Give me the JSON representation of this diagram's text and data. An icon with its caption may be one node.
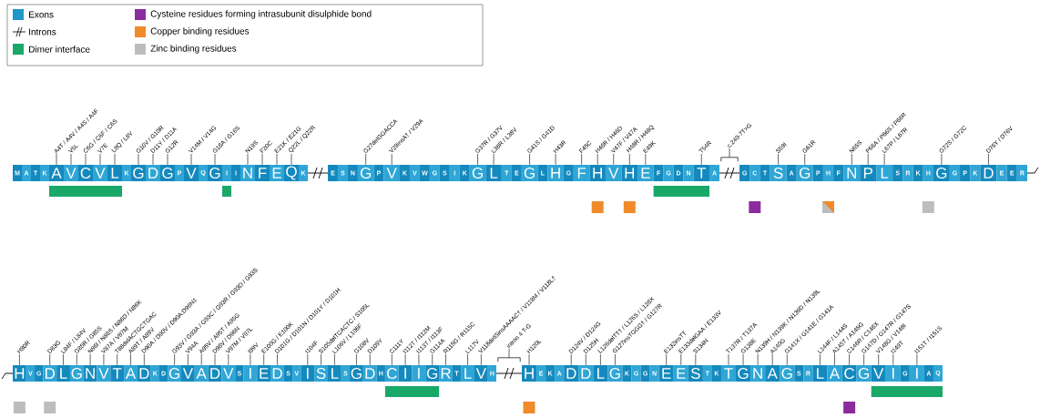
{
  "diagram": {
    "nodes": [
      {
        "text": [
          "A4T / A4V / A4S / A4F"
        ]
      },
      {
        "text": [
          "V5L"
        ]
      },
      {
        "text": [
          "C6G / C6F / C6S"
        ]
      },
      {
        "text": [
          "V7E"
        ]
      },
      {
        "text": [
          "L8Q / L8V"
        ]
      },
      {
        "text": [
          "G10V / G10R"
        ]
      },
      {
        "text": [
          "D11Y / D11A"
        ]
      },
      {
        "text": [
          "G12R"
        ]
      },
      {
        "text": [
          "V14M / V14G"
        ]
      },
      {
        "text": [
          "G16A / G16S"
        ]
      },
      {
        "text": [
          "N19S"
        ]
      },
      {
        "text": [
          "F20C"
        ]
      },
      {
        "text": [
          "E21K / E21G"
        ]
      },
      {
        "text": [
          "Q22L / Q22R"
        ]
      },
      {
        "text": [
          "G27delGGACCA"
        ]
      },
      {
        "text": [
          "V29insA† / V29A"
        ]
      },
      {
        "text": [
          "G37R / G37V"
        ]
      },
      {
        "text": [
          "L38R / L38V"
        ]
      },
      {
        "text": [
          "G41S / G41D"
        ]
      },
      {
        "text": [
          "H43R"
        ]
      },
      {
        "text": [
          "F45C"
        ]
      },
      {
        "text": [
          "H46R / H46D"
        ]
      },
      {
        "text": [
          "V47F / V47A"
        ]
      },
      {
        "text": [
          "H48R / H48Q"
        ]
      },
      {
        "text": [
          "E49K"
        ]
      },
      {
        "text": [
          "T54R"
        ]
      },
      {
        "text": [
          "c.240-7T>G"
        ]
      },
      {
        "text": [
          "S59I"
        ]
      },
      {
        "text": [
          "G61R"
        ]
      },
      {
        "text": [
          "N65S"
        ]
      },
      {
        "text": [
          "P66A / P66S / P66R"
        ]
      },
      {
        "text": [
          "L67P / L67R"
        ]
      },
      {
        "text": [
          "G72S / G72C"
        ]
      },
      {
        "text": [
          "D76Y / D76V"
        ]
      },
      {
        "text": [
          "H80R"
        ]
      },
      {
        "text": [
          "D83G"
        ]
      },
      {
        "text": [
          "L84F / L84V"
        ]
      },
      {
        "text": [
          "G85R / G85S"
        ]
      },
      {
        "text": [
          "N86I / N86S / N86D / N86K"
        ]
      },
      {
        "text": [
          "V87A / V87M"
        ]
      },
      {
        "text": [
          "T88delACTGCTGAC"
        ]
      },
      {
        "text": [
          "A89T / A89V"
        ]
      },
      {
        "text": [
          "D90A / D90V / D90A:D96N‡"
        ]
      },
      {
        "text": [
          "G93V / G93A / G93C / G93R / G93D / G93S"
        ]
      },
      {
        "text": [
          "V94A"
        ]
      },
      {
        "text": [
          "A95V / A95T / A95G"
        ]
      },
      {
        "text": [
          "D96V / D96N"
        ]
      },
      {
        "text": [
          "V97M / V97L"
        ]
      },
      {
        "text": [
          "I99V"
        ]
      },
      {
        "text": [
          "E100G / E100K"
        ]
      },
      {
        "text": [
          "D101G / D101N / D101Y / D101H"
        ]
      },
      {
        "text": [
          "I104F"
        ]
      },
      {
        "text": [
          "S105delTCACTC / S105L"
        ]
      },
      {
        "text": [
          "L106V / L106F"
        ]
      },
      {
        "text": [
          "G108V"
        ]
      },
      {
        "text": [
          "D109Y"
        ]
      },
      {
        "text": [
          "C111Y"
        ]
      },
      {
        "text": [
          "I112T / I112M"
        ]
      },
      {
        "text": [
          "I113T / I113F"
        ]
      },
      {
        "text": [
          "G114A"
        ]
      },
      {
        "text": [
          "R115G / R115C"
        ]
      },
      {
        "text": [
          "L117V"
        ]
      },
      {
        "text": [
          "V118delGinsAAAAC† / V118M / V118L†"
        ]
      },
      {
        "text": [
          "intron 4 T-G"
        ]
      },
      {
        "text": [
          "H120L"
        ]
      },
      {
        "text": [
          "D124V / D124G"
        ]
      },
      {
        "text": [
          "D125H"
        ]
      },
      {
        "text": [
          "L126delTT† / L126S / L126X"
        ]
      },
      {
        "text": [
          "G127insTGGG† / G127R"
        ]
      },
      {
        "text": [
          "E132insTT"
        ]
      },
      {
        "text": [
          "E133delGAA / E133V"
        ]
      },
      {
        "text": [
          "S134N"
        ]
      },
      {
        "text": [
          "T137R / T137A"
        ]
      },
      {
        "text": [
          "G138E"
        ]
      },
      {
        "text": [
          "N139H / N139K / N139D / N139L"
        ]
      },
      {
        "text": [
          "A140G"
        ]
      },
      {
        "text": [
          "G141X / G141E / G141A"
        ]
      },
      {
        "text": [
          "L144F / L144S"
        ]
      },
      {
        "text": [
          "A145T / A145G"
        ]
      },
      {
        "text": [
          "C146R / C146X"
        ]
      },
      {
        "text": [
          "G147D / G147R / G147S"
        ]
      },
      {
        "text": [
          "V148G / V148I"
        ]
      },
      {
        "text": [
          "I149T"
        ]
      },
      {
        "text": [
          "I151T / I151S"
        ]
      },
      {
        "text": [
          "M"
        ]
      },
      {
        "text": [
          "A"
        ]
      },
      {
        "text": [
          "T"
        ]
      },
      {
        "text": [
          "K"
        ]
      },
      {
        "text": [
          "A"
        ]
      },
      {
        "text": [
          "V"
        ]
      },
      {
        "text": [
          "C"
        ]
      },
      {
        "text": [
          "V"
        ]
      },
      {
        "text": [
          "L"
        ]
      },
      {
        "text": [
          "K"
        ]
      },
      {
        "text": [
          "G"
        ]
      },
      {
        "text": [
          "D"
        ]
      },
      {
        "text": [
          "G"
        ]
      },
      {
        "text": [
          "P"
        ]
      },
      {
        "text": [
          "V"
        ]
      },
      {
        "text": [
          "Q"
        ]
      },
      {
        "text": [
          "G"
        ]
      },
      {
        "text": [
          "I"
        ]
      },
      {
        "text": [
          "I"
        ]
      },
      {
        "text": [
          "N"
        ]
      },
      {
        "text": [
          "F"
        ]
      },
      {
        "text": [
          "E"
        ]
      },
      {
        "text": [
          "Q"
        ]
      },
      {
        "text": [
          "K"
        ]
      },
      {
        "text": [
          "E"
        ]
      },
      {
        "text": [
          "S"
        ]
      },
      {
        "text": [
          "N"
        ]
      },
      {
        "text": [
          "G"
        ]
      },
      {
        "text": [
          "P"
        ]
      },
      {
        "text": [
          "V"
        ]
      },
      {
        "text": [
          "K"
        ]
      },
      {
        "text": [
          "V"
        ]
      },
      {
        "text": [
          "W"
        ]
      },
      {
        "text": [
          "G"
        ]
      },
      {
        "text": [
          "S"
        ]
      },
      {
        "text": [
          "I"
        ]
      },
      {
        "text": [
          "K"
        ]
      },
      {
        "text": [
          "G"
        ]
      },
      {
        "text": [
          "L"
        ]
      },
      {
        "text": [
          "T"
        ]
      },
      {
        "text": [
          "E"
        ]
      },
      {
        "text": [
          "G"
        ]
      },
      {
        "text": [
          "L"
        ]
      },
      {
        "text": [
          "H"
        ]
      },
      {
        "text": [
          "G"
        ]
      },
      {
        "text": [
          "F"
        ]
      },
      {
        "text": [
          "H"
        ]
      },
      {
        "text": [
          "V"
        ]
      },
      {
        "text": [
          "H"
        ]
      },
      {
        "text": [
          "E"
        ]
      },
      {
        "text": [
          "F"
        ]
      },
      {
        "text": [
          "G"
        ]
      },
      {
        "text": [
          "D"
        ]
      },
      {
        "text": [
          "N"
        ]
      },
      {
        "text": [
          "T"
        ]
      },
      {
        "text": [
          "A"
        ]
      },
      {
        "text": [
          "G"
        ]
      },
      {
        "text": [
          "C"
        ]
      },
      {
        "text": [
          "T"
        ]
      },
      {
        "text": [
          "S"
        ]
      },
      {
        "text": [
          "A"
        ]
      },
      {
        "text": [
          "G"
        ]
      },
      {
        "text": [
          "P"
        ]
      },
      {
        "text": [
          "H"
        ]
      },
      {
        "text": [
          "F"
        ]
      },
      {
        "text": [
          "N"
        ]
      },
      {
        "text": [
          "P"
        ]
      },
      {
        "text": [
          "L"
        ]
      },
      {
        "text": [
          "S"
        ]
      },
      {
        "text": [
          "R"
        ]
      },
      {
        "text": [
          "K"
        ]
      },
      {
        "text": [
          "H"
        ]
      },
      {
        "text": [
          "G"
        ]
      },
      {
        "text": [
          "G"
        ]
      },
      {
        "text": [
          "P"
        ]
      },
      {
        "text": [
          "K"
        ]
      },
      {
        "text": [
          "D"
        ]
      },
      {
        "text": [
          "E"
        ]
      },
      {
        "text": [
          "E"
        ]
      },
      {
        "text": [
          "R"
        ]
      },
      {
        "text": [
          "H"
        ]
      },
      {
        "text": [
          "V"
        ]
      },
      {
        "text": [
          "G"
        ]
      },
      {
        "text": [
          "D"
        ]
      },
      {
        "text": [
          "L"
        ]
      },
      {
        "text": [
          "G"
        ]
      },
      {
        "text": [
          "N"
        ]
      },
      {
        "text": [
          "V"
        ]
      },
      {
        "text": [
          "T"
        ]
      },
      {
        "text": [
          "A"
        ]
      },
      {
        "text": [
          "D"
        ]
      },
      {
        "text": [
          "K"
        ]
      },
      {
        "text": [
          "D"
        ]
      },
      {
        "text": [
          "G"
        ]
      },
      {
        "text": [
          "V"
        ]
      },
      {
        "text": [
          "A"
        ]
      },
      {
        "text": [
          "D"
        ]
      },
      {
        "text": [
          "V"
        ]
      },
      {
        "text": [
          "S"
        ]
      },
      {
        "text": [
          "I"
        ]
      },
      {
        "text": [
          "E"
        ]
      },
      {
        "text": [
          "D"
        ]
      },
      {
        "text": [
          "S"
        ]
      },
      {
        "text": [
          "V"
        ]
      },
      {
        "text": [
          "I"
        ]
      },
      {
        "text": [
          "S"
        ]
      },
      {
        "text": [
          "L"
        ]
      },
      {
        "text": [
          "S"
        ]
      },
      {
        "text": [
          "G"
        ]
      },
      {
        "text": [
          "D"
        ]
      },
      {
        "text": [
          "H"
        ]
      },
      {
        "text": [
          "C"
        ]
      },
      {
        "text": [
          "I"
        ]
      },
      {
        "text": [
          "I"
        ]
      },
      {
        "text": [
          "G"
        ]
      },
      {
        "text": [
          "R"
        ]
      },
      {
        "text": [
          "T"
        ]
      },
      {
        "text": [
          "L"
        ]
      },
      {
        "text": [
          "V"
        ]
      },
      {
        "text": [
          "H"
        ]
      },
      {
        "text": [
          "H"
        ]
      },
      {
        "text": [
          "E"
        ]
      },
      {
        "text": [
          "K"
        ]
      },
      {
        "text": [
          "A"
        ]
      },
      {
        "text": [
          "D"
        ]
      },
      {
        "text": [
          "D"
        ]
      },
      {
        "text": [
          "L"
        ]
      },
      {
        "text": [
          "G"
        ]
      },
      {
        "text": [
          "K"
        ]
      },
      {
        "text": [
          "G"
        ]
      },
      {
        "text": [
          "G"
        ]
      },
      {
        "text": [
          "N"
        ]
      },
      {
        "text": [
          "E"
        ]
      },
      {
        "text": [
          "E"
        ]
      },
      {
        "text": [
          "S"
        ]
      },
      {
        "text": [
          "T"
        ]
      },
      {
        "text": [
          "K"
        ]
      },
      {
        "text": [
          "T"
        ]
      },
      {
        "text": [
          "G"
        ]
      },
      {
        "text": [
          "N"
        ]
      },
      {
        "text": [
          "A"
        ]
      },
      {
        "text": [
          "G"
        ]
      },
      {
        "text": [
          "S"
        ]
      },
      {
        "text": [
          "R"
        ]
      },
      {
        "text": [
          "L"
        ]
      },
      {
        "text": [
          "A"
        ]
      },
      {
        "text": [
          "C"
        ]
      },
      {
        "text": [
          "G"
        ]
      },
      {
        "text": [
          "V"
        ]
      },
      {
        "text": [
          "I"
        ]
      },
      {
        "text": [
          "G"
        ]
      },
      {
        "text": [
          "I"
        ]
      },
      {
        "text": [
          "A"
        ]
      },
      {
        "text": [
          "Q"
        ]
      },
      {
        "text": [],
        "shape": "bracket"
      },
      {
        "text": [],
        "shape": "bracket"
      }
    ],
    "edges": [
      {
        "from": 0,
        "to": 88,
        "arrow": "none"
      },
      {
        "from": 1,
        "to": 89,
        "arrow": "none"
      },
      {
        "from": 2,
        "to": 90,
        "arrow": "none"
      },
      {
        "from": 3,
        "to": 91,
        "arrow": "none"
      },
      {
        "from": 4,
        "to": 92,
        "arrow": "none"
      },
      {
        "from": 5,
        "to": 94,
        "arrow": "none"
      },
      {
        "from": 6,
        "to": 95,
        "arrow": "none"
      },
      {
        "from": 7,
        "to": 96,
        "arrow": "none"
      },
      {
        "from": 8,
        "to": 98,
        "arrow": "none"
      },
      {
        "from": 9,
        "to": 100,
        "arrow": "none"
      },
      {
        "from": 10,
        "to": 103,
        "arrow": "none"
      },
      {
        "from": 11,
        "to": 104,
        "arrow": "none"
      },
      {
        "from": 12,
        "to": 105,
        "arrow": "none"
      },
      {
        "from": 13,
        "to": 106,
        "arrow": "none"
      },
      {
        "from": 14,
        "to": 111,
        "arrow": "none"
      },
      {
        "from": 15,
        "to": 113,
        "arrow": "none"
      },
      {
        "from": 16,
        "to": 121,
        "arrow": "none"
      },
      {
        "from": 17,
        "to": 122,
        "arrow": "none"
      },
      {
        "from": 18,
        "to": 125,
        "arrow": "none"
      },
      {
        "from": 19,
        "to": 127,
        "arrow": "none"
      },
      {
        "from": 20,
        "to": 129,
        "arrow": "none"
      },
      {
        "from": 21,
        "to": 130,
        "arrow": "none"
      },
      {
        "from": 22,
        "to": 131,
        "arrow": "none"
      },
      {
        "from": 23,
        "to": 132,
        "arrow": "none"
      },
      {
        "from": 24,
        "to": 133,
        "arrow": "none"
      },
      {
        "from": 25,
        "to": 138,
        "arrow": "none"
      },
      {
        "from": 26,
        "to": 238,
        "arrow": "none"
      },
      {
        "from": 27,
        "to": 143,
        "arrow": "none"
      },
      {
        "from": 28,
        "to": 145,
        "arrow": "none"
      },
      {
        "from": 29,
        "to": 149,
        "arrow": "none"
      },
      {
        "from": 30,
        "to": 150,
        "arrow": "none"
      },
      {
        "from": 31,
        "to": 151,
        "arrow": "none"
      },
      {
        "from": 32,
        "to": 156,
        "arrow": "none"
      },
      {
        "from": 33,
        "to": 160,
        "arrow": "none"
      },
      {
        "from": 34,
        "to": 164,
        "arrow": "none"
      },
      {
        "from": 35,
        "to": 167,
        "arrow": "none"
      },
      {
        "from": 36,
        "to": 168,
        "arrow": "none"
      },
      {
        "from": 37,
        "to": 169,
        "arrow": "none"
      },
      {
        "from": 38,
        "to": 170,
        "arrow": "none"
      },
      {
        "from": 39,
        "to": 171,
        "arrow": "none"
      },
      {
        "from": 40,
        "to": 172,
        "arrow": "none"
      },
      {
        "from": 41,
        "to": 173,
        "arrow": "none"
      },
      {
        "from": 42,
        "to": 174,
        "arrow": "none"
      },
      {
        "from": 43,
        "to": 177,
        "arrow": "none"
      },
      {
        "from": 44,
        "to": 178,
        "arrow": "none"
      },
      {
        "from": 45,
        "to": 179,
        "arrow": "none"
      },
      {
        "from": 46,
        "to": 180,
        "arrow": "none"
      },
      {
        "from": 47,
        "to": 181,
        "arrow": "none"
      },
      {
        "from": 48,
        "to": 183,
        "arrow": "none"
      },
      {
        "from": 49,
        "to": 184,
        "arrow": "none"
      },
      {
        "from": 50,
        "to": 185,
        "arrow": "none"
      },
      {
        "from": 51,
        "to": 188,
        "arrow": "none"
      },
      {
        "from": 52,
        "to": 189,
        "arrow": "none"
      },
      {
        "from": 53,
        "to": 190,
        "arrow": "none"
      },
      {
        "from": 54,
        "to": 192,
        "arrow": "none"
      },
      {
        "from": 55,
        "to": 193,
        "arrow": "none"
      },
      {
        "from": 56,
        "to": 195,
        "arrow": "none"
      },
      {
        "from": 57,
        "to": 196,
        "arrow": "none"
      },
      {
        "from": 58,
        "to": 197,
        "arrow": "none"
      },
      {
        "from": 59,
        "to": 198,
        "arrow": "none"
      },
      {
        "from": 60,
        "to": 199,
        "arrow": "none"
      },
      {
        "from": 61,
        "to": 201,
        "arrow": "none"
      },
      {
        "from": 62,
        "to": 202,
        "arrow": "none"
      },
      {
        "from": 63,
        "to": 239,
        "arrow": "none"
      },
      {
        "from": 64,
        "to": 204,
        "arrow": "none"
      },
      {
        "from": 65,
        "to": 208,
        "arrow": "none"
      },
      {
        "from": 66,
        "to": 209,
        "arrow": "none"
      },
      {
        "from": 67,
        "to": 210,
        "arrow": "none"
      },
      {
        "from": 68,
        "to": 211,
        "arrow": "none"
      },
      {
        "from": 69,
        "to": 216,
        "arrow": "none"
      },
      {
        "from": 70,
        "to": 217,
        "arrow": "none"
      },
      {
        "from": 71,
        "to": 218,
        "arrow": "none"
      },
      {
        "from": 72,
        "to": 221,
        "arrow": "none"
      },
      {
        "from": 73,
        "to": 222,
        "arrow": "none"
      },
      {
        "from": 74,
        "to": 223,
        "arrow": "none"
      },
      {
        "from": 75,
        "to": 224,
        "arrow": "none"
      },
      {
        "from": 76,
        "to": 225,
        "arrow": "none"
      },
      {
        "from": 77,
        "to": 228,
        "arrow": "none"
      },
      {
        "from": 78,
        "to": 229,
        "arrow": "none"
      },
      {
        "from": 79,
        "to": 230,
        "arrow": "none"
      },
      {
        "from": 80,
        "to": 231,
        "arrow": "none"
      },
      {
        "from": 81,
        "to": 232,
        "arrow": "none"
      },
      {
        "from": 82,
        "to": 233,
        "arrow": "none"
      },
      {
        "from": 83,
        "to": 235,
        "arrow": "none"
      }
    ],
    "legend": [
      {
        "text": "Exons",
        "color": "#1e96c8"
      },
      {
        "text": "Introns"
      },
      {
        "text": "Dimer interface",
        "color": "#1aa869"
      },
      {
        "text": "Cysteine residues forming intrasubunit disulphide bond",
        "color": "#8b2c9e"
      },
      {
        "text": "Copper binding residues",
        "color": "#f08a2a"
      },
      {
        "text": "Zinc binding residues",
        "color": "#bdbdbd"
      }
    ]
  }
}
